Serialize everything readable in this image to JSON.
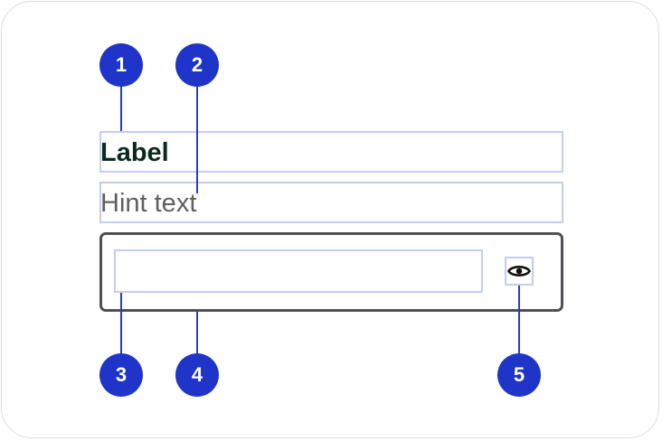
{
  "field": {
    "label": "Label",
    "hint": "Hint text",
    "input_value": "",
    "reveal_icon": "eye-icon"
  },
  "markers": [
    "1",
    "2",
    "3",
    "4",
    "5"
  ],
  "colors": {
    "marker": "#1f34c9",
    "connector": "#2a3fbf",
    "guide": "#c4cdf0",
    "field_border": "#4f4f55",
    "label_text": "#0b2a1c",
    "hint_text": "#5f5f5f"
  }
}
